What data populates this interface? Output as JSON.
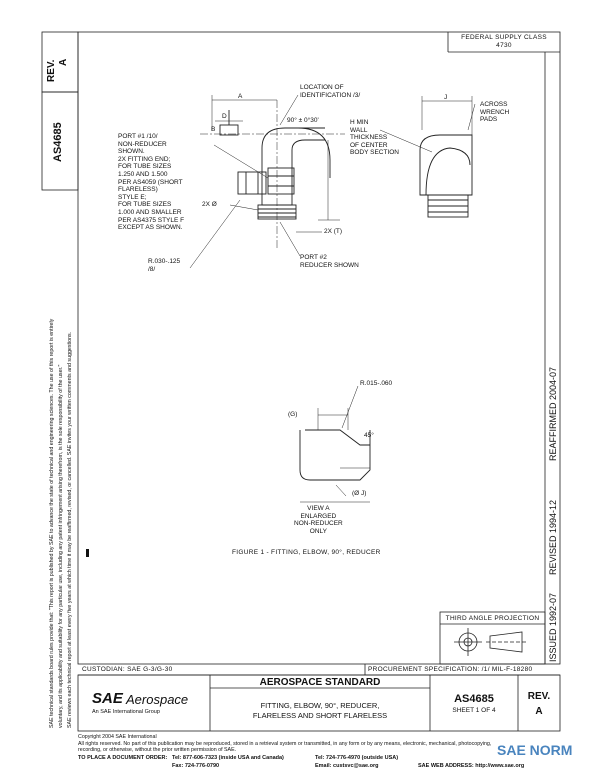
{
  "side_header": {
    "rev_label": "REV.",
    "rev_value": "A",
    "doc_number": "AS4685"
  },
  "side_disclaimer": {
    "line1": "SAE technical standards board rules provide that: \"This report is published by SAE to advance the state of technical and engineering sciences. The use of this report is entirely",
    "line2": "voluntary, and its applicability and suitability for any particular use, including any patent infringement arising therefrom, is the sole responsibility of the user.\"",
    "line3": "SAE reviews each technical report at least every five years at which time it may be reaffirmed, revised, or cancelled. SAE invites your written comments and suggestions."
  },
  "fsc_box": {
    "line1": "FEDERAL SUPPLY CLASS",
    "line2": "4730"
  },
  "right_margin": {
    "reaffirmed": "REAFFIRMED 2004-07",
    "revised": "REVISED 1994-12",
    "issued": "ISSUED 1992-07"
  },
  "drawing_labels": {
    "dim_a": "A",
    "dim_d": "D",
    "dim_j": "J",
    "dim_b": "B",
    "location": "LOCATION OF\nIDENTIFICATION /3/",
    "angle": "90° ± 0°30'",
    "port1": "PORT #1 /10/\nNON-REDUCER\nSHOWN.\n2X FITTING END;\nFOR TUBE SIZES\n1.250 AND 1.500\nPER AS4059 (SHORT\nFLARELESS)\nSTYLE E;\nFOR TUBE SIZES\n1.000 AND SMALLER\nPER AS4375 STYLE F\nEXCEPT AS SHOWN.",
    "two_x_phi": "2X Ø",
    "two_x_t": "2X (T)",
    "radius_main": "R.030-.125\n/8/",
    "port2": "PORT #2\nREDUCER SHOWN",
    "wall": "H MIN\nWALL\nTHICKNESS\nOF CENTER\nBODY SECTION",
    "across_wrench": "ACROSS\nWRENCH\nPADS",
    "radius_view": "R.015-.060",
    "g_label": "(G)",
    "angle_45": "45°",
    "phi_j": "(Ø J)",
    "view_a": "VIEW A\nENLARGED\nNON-REDUCER\nONLY"
  },
  "figure_caption": "FIGURE 1 - FITTING, ELBOW, 90°, REDUCER",
  "third_angle": "THIRD ANGLE PROJECTION",
  "custodian": "CUSTODIAN: SAE G-3/G-30",
  "procurement": "PROCUREMENT SPECIFICATION: /1/ MIL-F-18280",
  "title_block": {
    "logo_sae": "SAE",
    "logo_aero": "Aerospace",
    "logo_sub": "An SAE International Group",
    "standard": "AEROSPACE STANDARD",
    "title_line1": "FITTING, ELBOW, 90°, REDUCER,",
    "title_line2": "FLARELESS AND SHORT FLARELESS",
    "doc_number": "AS4685",
    "sheet": "SHEET 1 OF 4",
    "rev_label": "REV.",
    "rev_value": "A"
  },
  "footer": {
    "copyright": "Copyright 2004 SAE International",
    "rights": "All rights reserved. No part of this publication may be reproduced, stored in a retrieval system or transmitted, in any form or by any means, electronic, mechanical, photocopying,",
    "rights2": "recording, or otherwise, without the prior written permission of SAE.",
    "order_label": "TO PLACE A DOCUMENT ORDER:",
    "tel1": "Tel: 877-606-7323 (inside USA and Canada)",
    "fax": "Fax: 724-776-0790",
    "tel2": "Tel: 724-776-4970 (outside USA)",
    "email": "Email: custsvc@sae.org",
    "web": "SAE WEB ADDRESS: http://www.sae.org"
  },
  "watermark": {
    "text": "SAE NORM"
  }
}
